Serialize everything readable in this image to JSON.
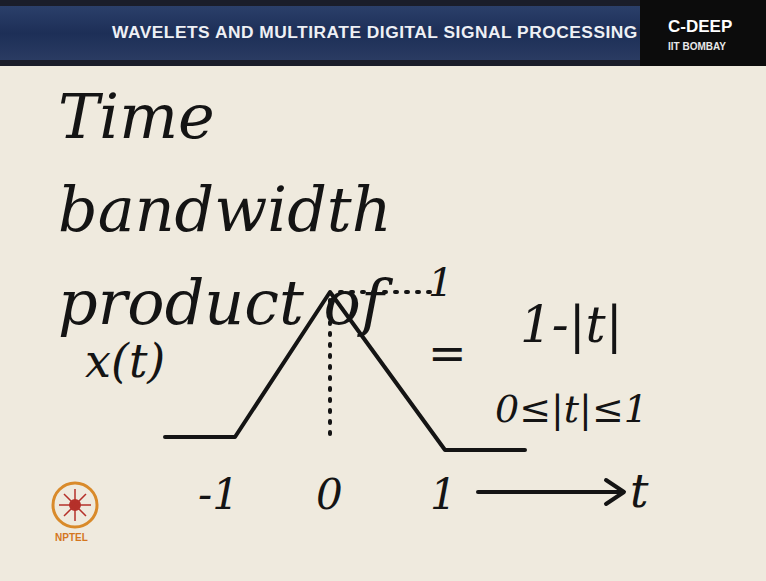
{
  "diagram": {
    "title": "Time bandwidth product of",
    "labels": [
      "WAVELETS AND MULTIRATE DIGITAL SIGNAL PROCESSING",
      "C-DEEP",
      "IIT BOMBAY",
      "x(t)",
      "1",
      "=",
      "1-|t|",
      "0≤|t|≤1",
      "-1",
      "0",
      "1",
      "t",
      "NPTEL"
    ]
  }
}
